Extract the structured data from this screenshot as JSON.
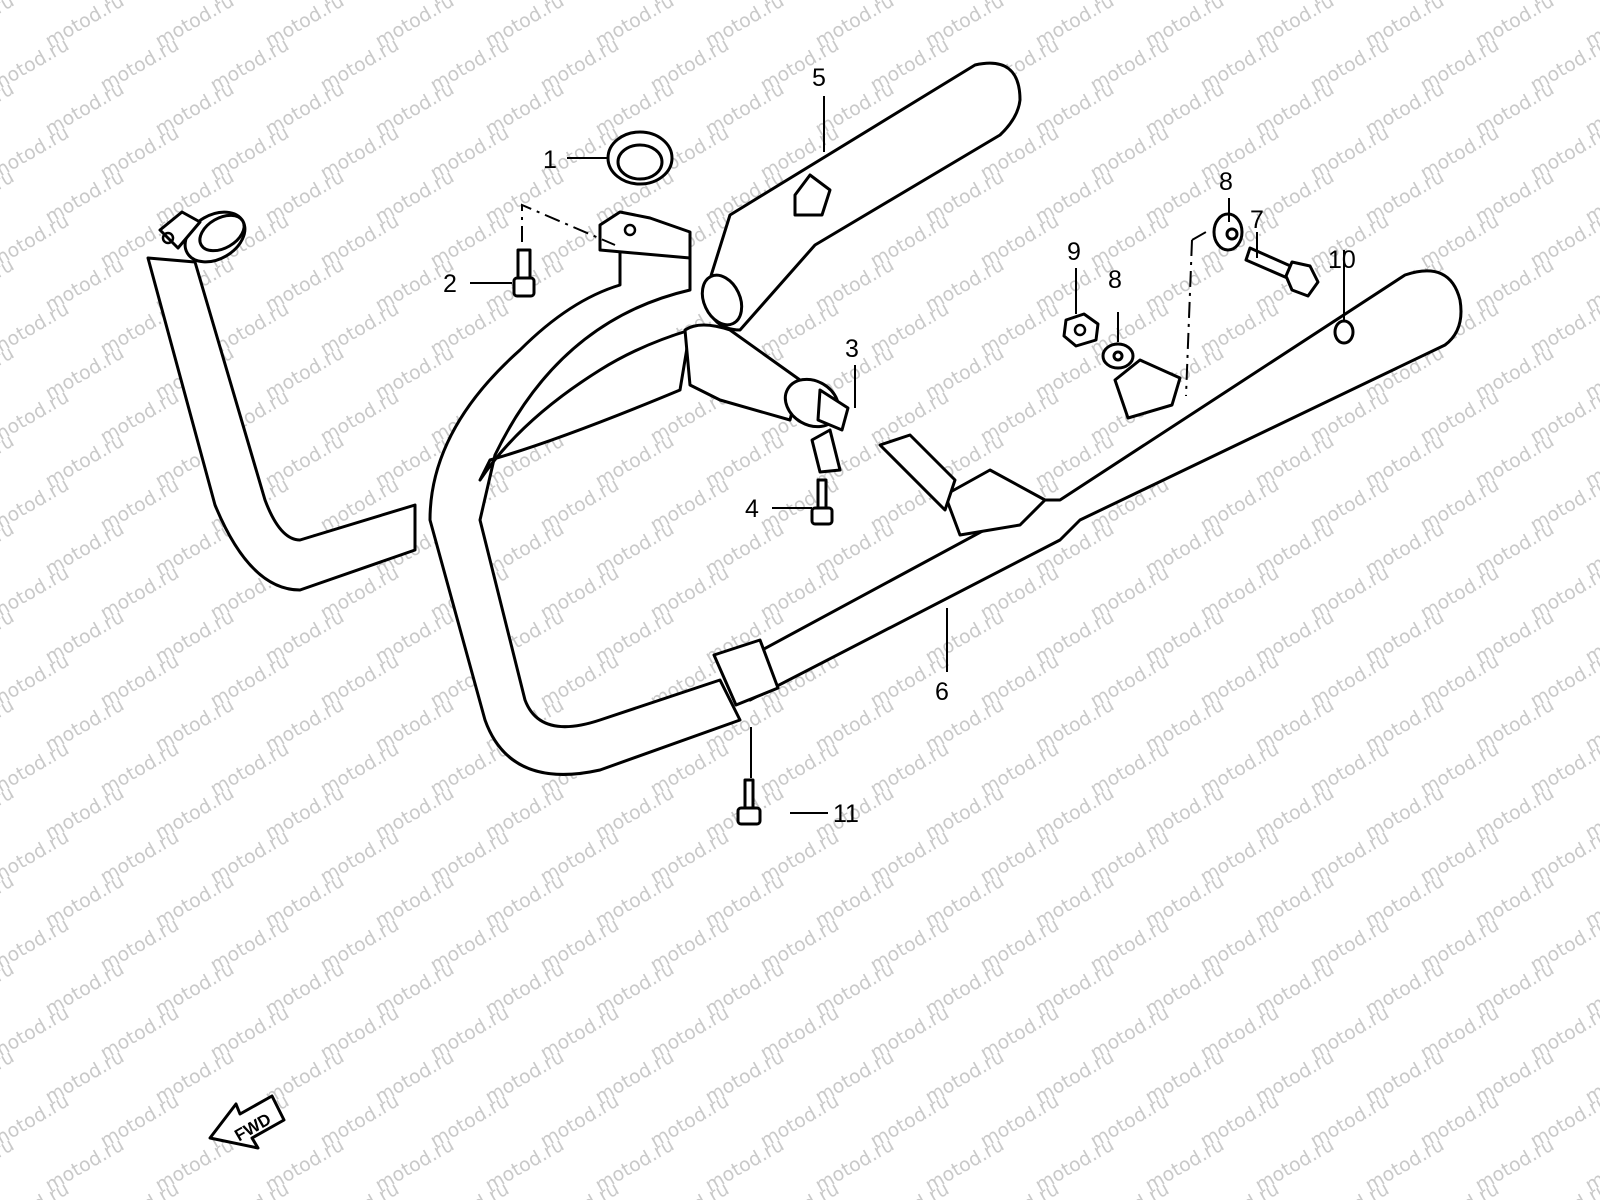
{
  "watermark": "motod.ru",
  "direction_label": "FWD",
  "callouts": [
    {
      "id": "1",
      "label": "1"
    },
    {
      "id": "2",
      "label": "2"
    },
    {
      "id": "3",
      "label": "3"
    },
    {
      "id": "4",
      "label": "4"
    },
    {
      "id": "5",
      "label": "5"
    },
    {
      "id": "6",
      "label": "6"
    },
    {
      "id": "7",
      "label": "7"
    },
    {
      "id": "8a",
      "label": "8"
    },
    {
      "id": "8b",
      "label": "8"
    },
    {
      "id": "9",
      "label": "9"
    },
    {
      "id": "10",
      "label": "10"
    },
    {
      "id": "11",
      "label": "11"
    }
  ],
  "colors": {
    "line": "#000000",
    "background": "#ffffff",
    "watermark": "#c9c9c9"
  }
}
